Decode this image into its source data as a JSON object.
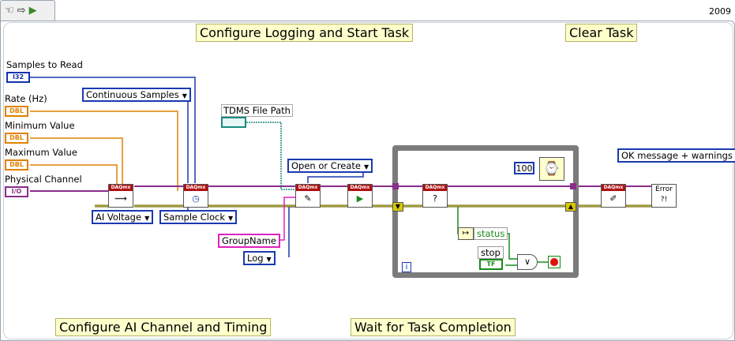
{
  "toolbar": {
    "icons": [
      "hand-icon",
      "arrow-icon",
      "run-icon"
    ]
  },
  "version": "2009",
  "labels": {
    "configure_logging": "Configure Logging and Start Task",
    "clear_task": "Clear Task",
    "configure_ai": "Configure AI Channel and Timing",
    "wait": "Wait for Task Completion"
  },
  "controls": {
    "samples_to_read": {
      "label": "Samples to Read",
      "type": "I32"
    },
    "rate": {
      "label": "Rate (Hz)",
      "type": "DBL"
    },
    "min": {
      "label": "Minimum Value",
      "type": "DBL"
    },
    "max": {
      "label": "Maximum Value",
      "type": "DBL"
    },
    "channel": {
      "label": "Physical Channel",
      "type": "I/O"
    },
    "tdms": {
      "label": "TDMS File Path"
    }
  },
  "enums": {
    "continuous": "Continuous Samples",
    "ai_voltage": "AI Voltage",
    "sample_clock": "Sample Clock",
    "open_create": "Open or Create",
    "log": "Log",
    "ok_message": "OK message + warnings"
  },
  "constants": {
    "group_name": "GroupName",
    "wait_ms": "100"
  },
  "vi_header": "DAQmx",
  "loop": {
    "status": "status",
    "stop": "stop",
    "tf": "TF",
    "iter": "i"
  },
  "error_label": "Error ?!"
}
